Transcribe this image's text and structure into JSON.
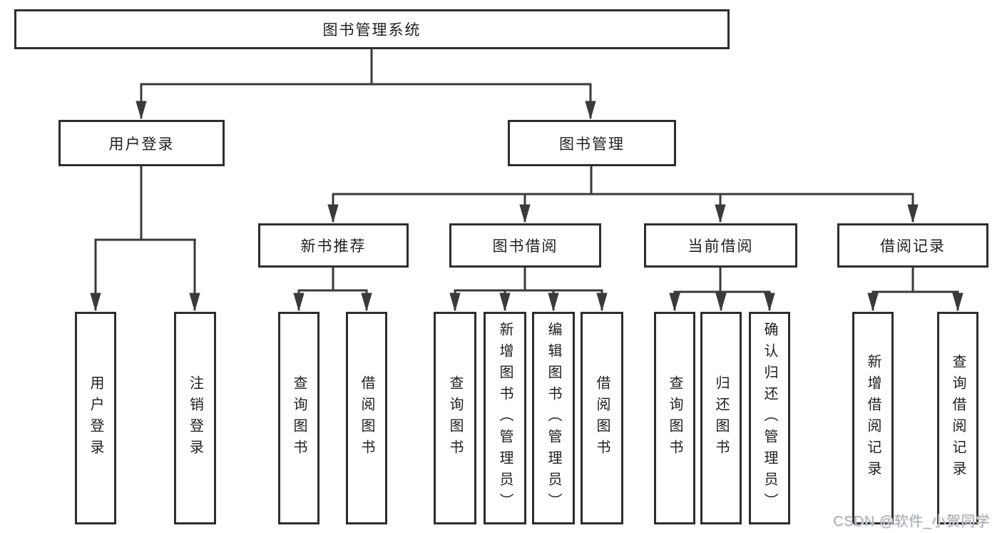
{
  "diagram": {
    "title": "图书管理系统",
    "level2": {
      "login": "用户登录",
      "management": "图书管理"
    },
    "level3": {
      "recommend": "新书推荐",
      "borrow": "图书借阅",
      "current": "当前借阅",
      "records": "借阅记录"
    },
    "leaves": {
      "login": [
        "用户登录",
        "注销登录"
      ],
      "recommend": [
        "查询图书",
        "借阅图书"
      ],
      "borrow": [
        "查询图书",
        "新增图书（管理员）",
        "编辑图书（管理员）",
        "借阅图书"
      ],
      "current": [
        "查询图书",
        "归还图书",
        "确认归还（管理员）"
      ],
      "records": [
        "新增借阅记录",
        "查询借阅记录"
      ]
    },
    "watermark": "CSDN @软件_小贺同学",
    "colors": {
      "line": "#3a3a3a",
      "border": "#2d2d2d",
      "text": "#1f1f1f",
      "watermark": "#aeb3b9"
    }
  }
}
